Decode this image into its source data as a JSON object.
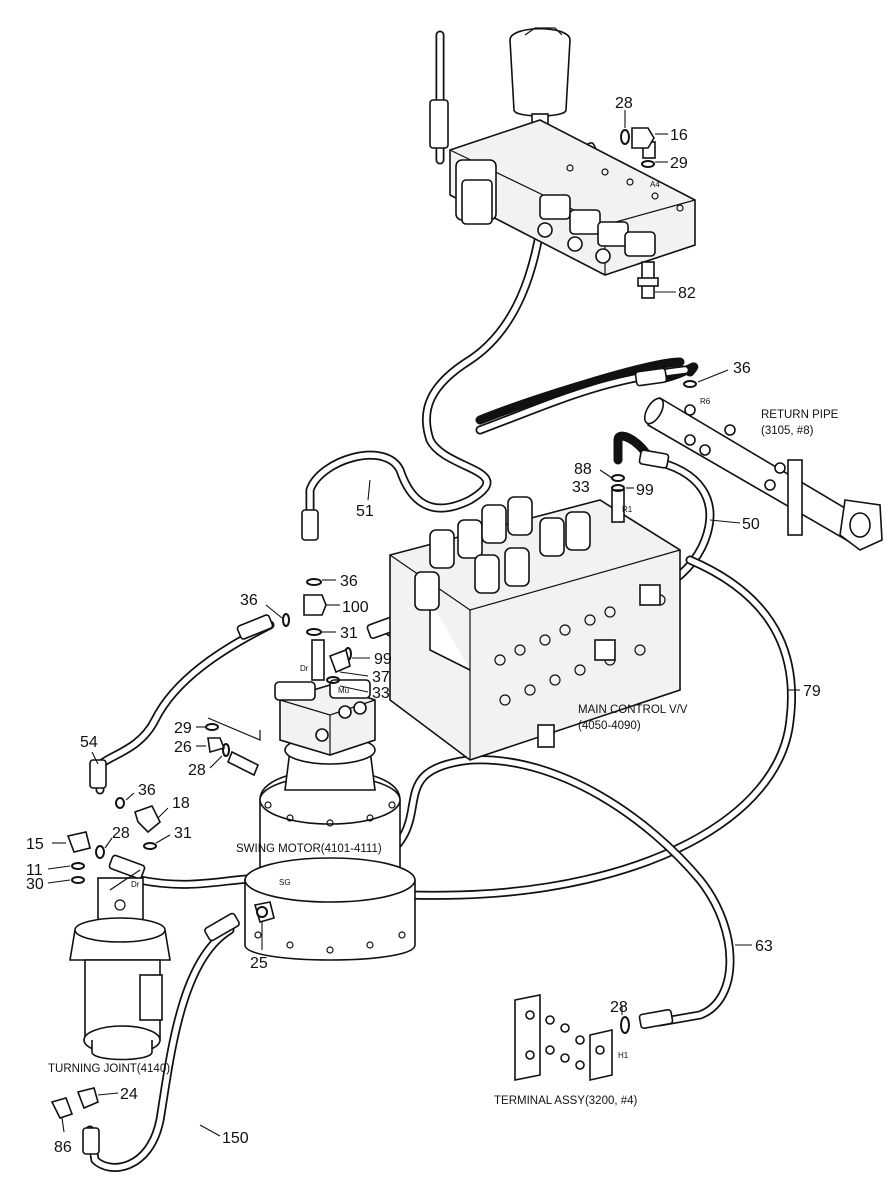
{
  "assemblies": {
    "return_pipe": "RETURN PIPE",
    "return_pipe_ref": "(3105, #8)",
    "main_control": "MAIN CONTROL V/V",
    "main_control_ref": "(4050-4090)",
    "swing_motor": "SWING MOTOR(4101-4111)",
    "turning_joint": "TURNING JOINT(4140)",
    "terminal_assy": "TERMINAL ASSY(3200, #4)"
  },
  "ports": {
    "a4": "A4",
    "r6": "R6",
    "r1": "R1",
    "dr": "Dr",
    "mu": "Mu",
    "sg": "SG",
    "dr2": "Dr",
    "h1": "H1"
  },
  "callouts": {
    "c28_top": "28",
    "c16": "16",
    "c29_top": "29",
    "c82": "82",
    "c36_right": "36",
    "c88": "88",
    "c33_mid": "33",
    "c99_mid": "99",
    "c50": "50",
    "c51": "51",
    "c36_a": "36",
    "c100": "100",
    "c36_b": "36",
    "c31_a": "31",
    "c99_low": "99",
    "c37": "37",
    "c33_low": "33",
    "c79": "79",
    "c29_left": "29",
    "c26": "26",
    "c28_left": "28",
    "c54": "54",
    "c36_c": "36",
    "c18": "18",
    "c15": "15",
    "c28_b": "28",
    "c31_b": "31",
    "c11": "11",
    "c30": "30",
    "c25": "25",
    "c63": "63",
    "c28_term": "28",
    "c24": "24",
    "c86": "86",
    "c150": "150"
  }
}
